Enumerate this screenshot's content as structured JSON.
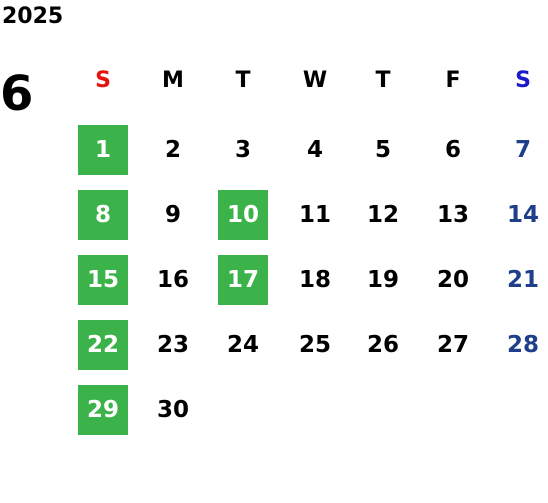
{
  "calendar": {
    "year": "2025",
    "month": "6",
    "weekdays": [
      "S",
      "M",
      "T",
      "W",
      "T",
      "F",
      "S"
    ],
    "weekday_colors": [
      "#e8120c",
      "#000000",
      "#000000",
      "#000000",
      "#000000",
      "#000000",
      "#1a1ac8"
    ],
    "first_weekday": 0,
    "days": [
      "1",
      "2",
      "3",
      "4",
      "5",
      "6",
      "7",
      "8",
      "9",
      "10",
      "11",
      "12",
      "13",
      "14",
      "15",
      "16",
      "17",
      "18",
      "19",
      "20",
      "21",
      "22",
      "23",
      "24",
      "25",
      "26",
      "27",
      "28",
      "29",
      "30"
    ],
    "highlighted_days": [
      "1",
      "8",
      "10",
      "15",
      "17",
      "22",
      "29"
    ],
    "colors": {
      "highlight_bg": "#3cb34a",
      "highlight_text": "#ffffff",
      "weekday_text": "#000000",
      "saturday_text": "#1f3f8c",
      "sunday_text": "#ffffff"
    }
  }
}
